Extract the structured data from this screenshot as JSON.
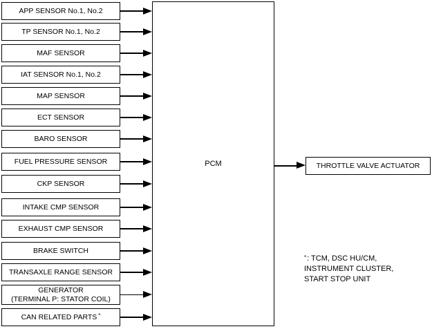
{
  "diagram": {
    "inputs": [
      {
        "label": "APP SENSOR No.1, No.2"
      },
      {
        "label": "TP SENSOR No.1, No.2"
      },
      {
        "label": "MAF SENSOR"
      },
      {
        "label": "IAT SENSOR No.1, No.2"
      },
      {
        "label": "MAP SENSOR"
      },
      {
        "label": "ECT SENSOR"
      },
      {
        "label": "BARO SENSOR"
      },
      {
        "label": "FUEL PRESSURE SENSOR"
      },
      {
        "label": "CKP SENSOR"
      },
      {
        "label": "INTAKE CMP SENSOR"
      },
      {
        "label": "EXHAUST CMP SENSOR"
      },
      {
        "label": "BRAKE SWITCH"
      },
      {
        "label": "TRANSAXLE RANGE SENSOR"
      },
      {
        "lines": [
          "GENERATOR",
          "(TERMINAL P: STATOR COIL)"
        ]
      },
      {
        "label": "CAN RELATED PARTS",
        "marker": "*"
      }
    ],
    "center": {
      "label": "PCM"
    },
    "output": {
      "label": "THROTTLE VALVE ACTUATOR"
    },
    "footnote": {
      "marker": "*",
      "line1": ": TCM, DSC HU/CM,",
      "line2": "INSTRUMENT CLUSTER,",
      "line3": "START STOP UNIT"
    },
    "colors": {
      "line": "#000000",
      "box_fill": "#ffffff",
      "text": "#000000"
    }
  }
}
